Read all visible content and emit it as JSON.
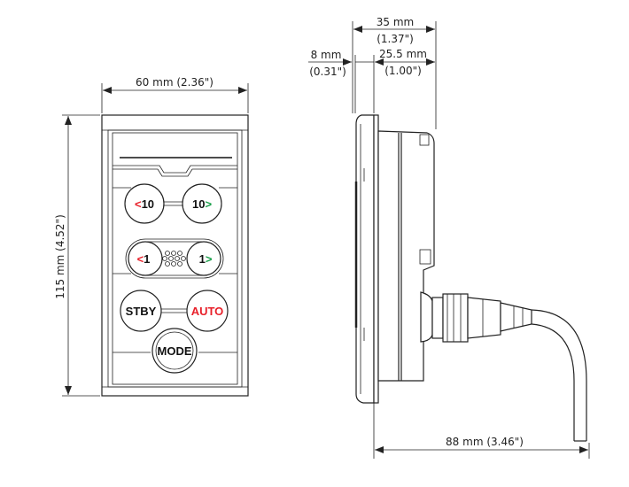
{
  "dimensions": {
    "front_width": "60 mm (2.36\")",
    "front_height": "115 mm (4.52\")",
    "side_depth_total_mm": "35 mm",
    "side_depth_total_in": "(1.37\")",
    "bezel_mm": "8 mm",
    "bezel_in": "(0.31\")",
    "body_mm": "25.5 mm",
    "body_in": "(1.00\")",
    "cable_clearance": "88 mm (3.46\")"
  },
  "buttons": {
    "minus10": {
      "arrow": "<",
      "num": "10"
    },
    "plus10": {
      "num": "10",
      "arrow": ">"
    },
    "minus1": {
      "arrow": "<",
      "num": "1"
    },
    "plus1": {
      "num": "1",
      "arrow": ">"
    },
    "stby": "STBY",
    "auto": "AUTO",
    "mode": "MODE"
  },
  "colors": {
    "red": "#e8202a",
    "green": "#1aa04a",
    "line": "#222222"
  }
}
